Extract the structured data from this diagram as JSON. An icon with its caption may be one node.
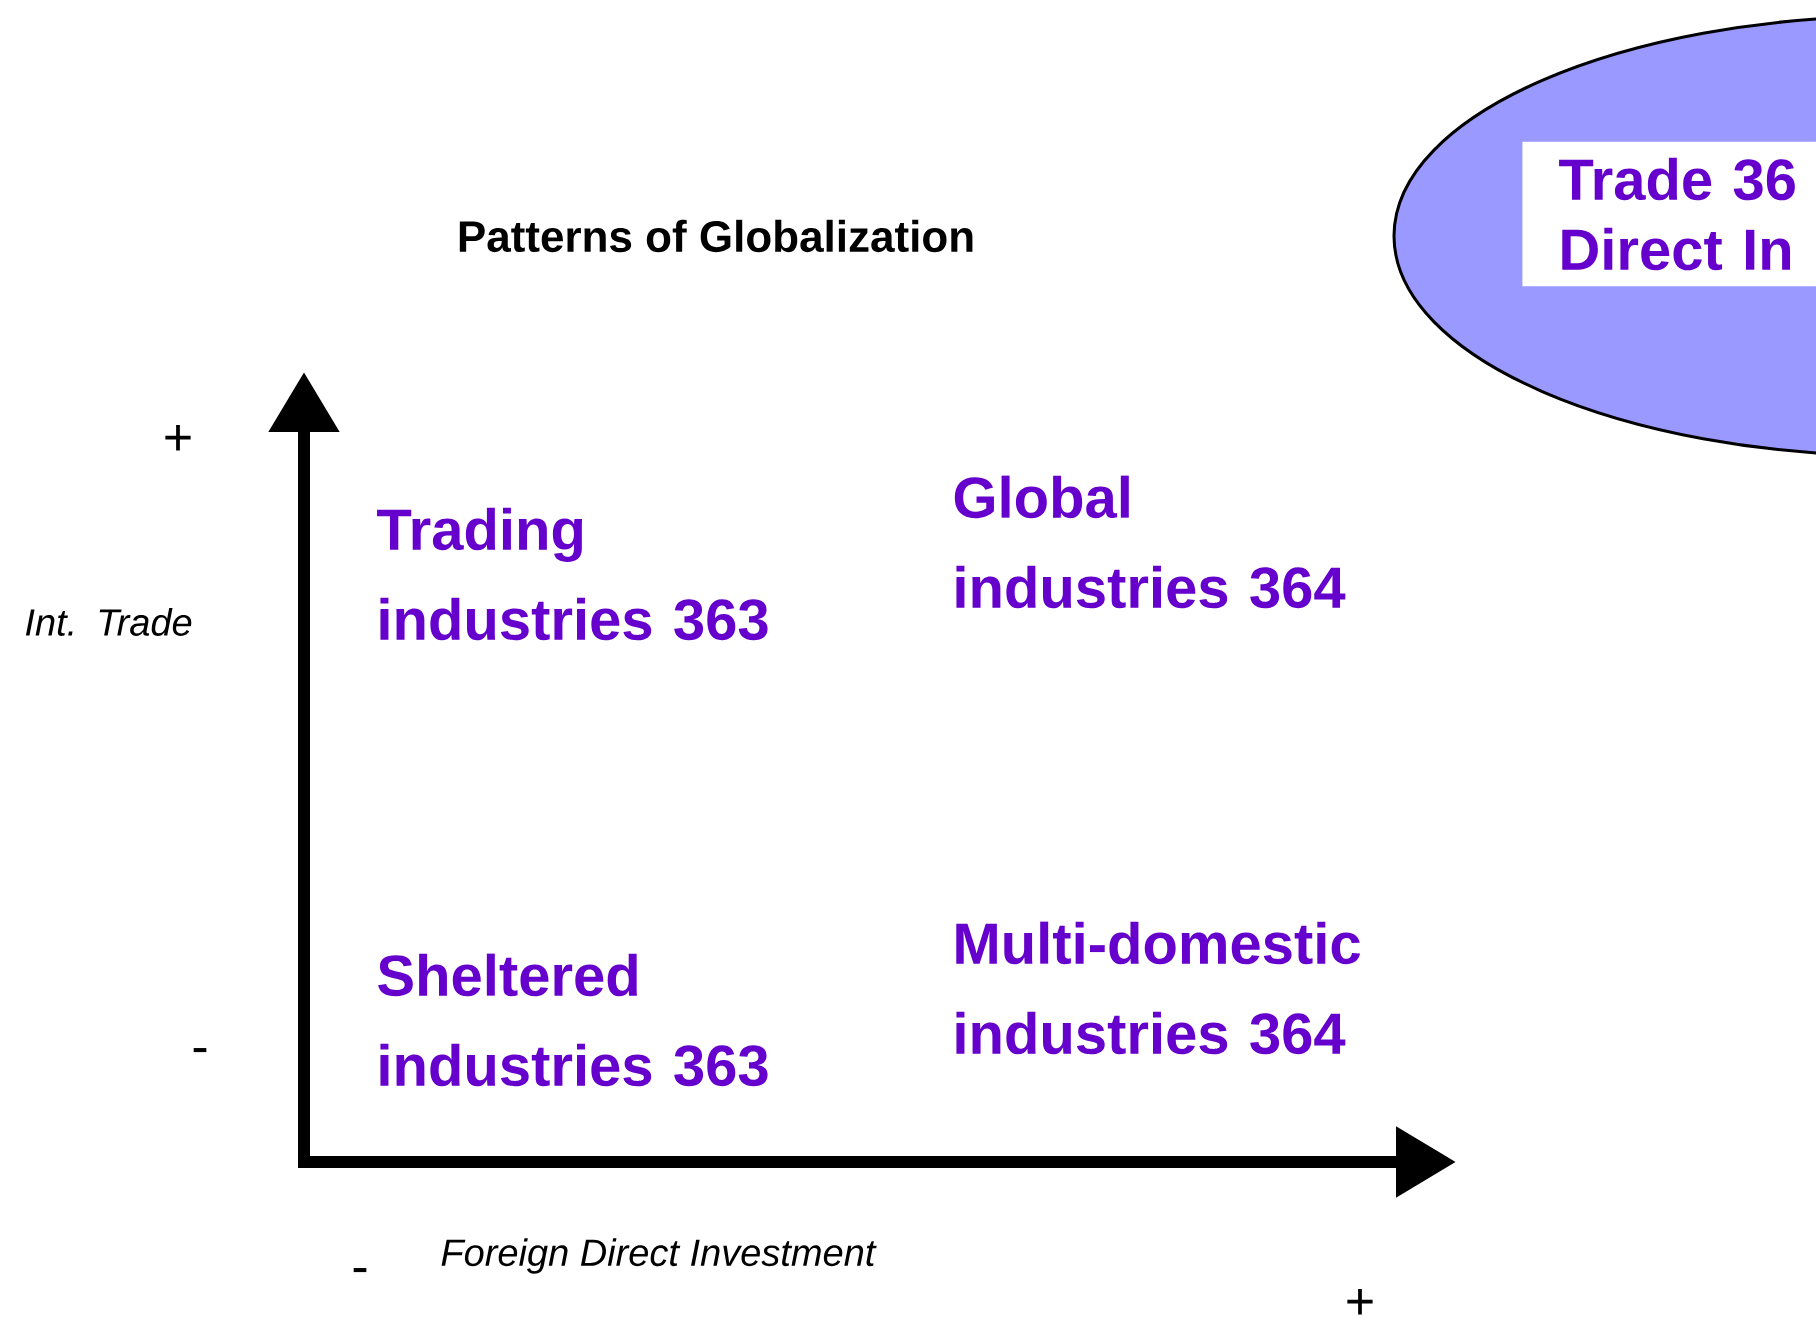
{
  "diagram": {
    "title": "Patterns of Globalization",
    "nodes": [
      {
        "text": [
          "Trade 36 Direct In"
        ]
      },
      {
        "text": [
          "Trading industries 363"
        ]
      },
      {
        "text": [
          "Global industries 364"
        ]
      },
      {
        "text": [
          "Sheltered industries 363"
        ]
      },
      {
        "text": [
          "Multi-domestic industries 364"
        ]
      }
    ],
    "labels": [
      "+",
      "Int. Trade",
      "-",
      "-",
      "Foreign Direct Investment",
      "+"
    ]
  }
}
